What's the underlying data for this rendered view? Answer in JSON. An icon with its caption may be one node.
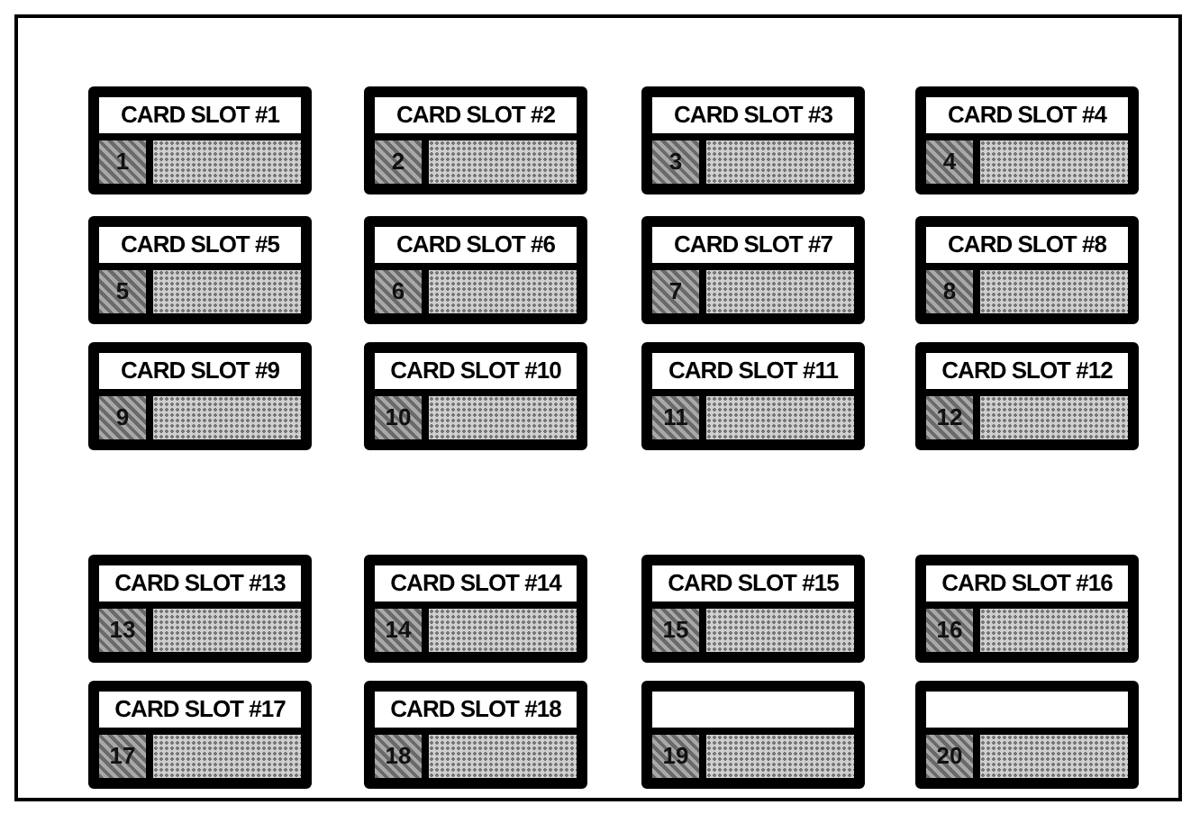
{
  "diagram": {
    "nodes": [
      {
        "text": [
          "CARD SLOT #1",
          "1"
        ]
      },
      {
        "text": [
          "CARD SLOT #2",
          "2"
        ]
      },
      {
        "text": [
          "CARD SLOT #3",
          "3"
        ]
      },
      {
        "text": [
          "CARD SLOT #4",
          "4"
        ]
      },
      {
        "text": [
          "CARD SLOT #5",
          "5"
        ]
      },
      {
        "text": [
          "CARD SLOT #6",
          "6"
        ]
      },
      {
        "text": [
          "CARD SLOT #7",
          "7"
        ]
      },
      {
        "text": [
          "CARD SLOT #8",
          "8"
        ]
      },
      {
        "text": [
          "CARD SLOT #9",
          "9"
        ]
      },
      {
        "text": [
          "CARD SLOT #10",
          "10"
        ]
      },
      {
        "text": [
          "CARD SLOT #11",
          "11"
        ]
      },
      {
        "text": [
          "CARD SLOT #12",
          "12"
        ]
      },
      {
        "text": [
          "CARD SLOT #13",
          "13"
        ]
      },
      {
        "text": [
          "CARD SLOT #14",
          "14"
        ]
      },
      {
        "text": [
          "CARD SLOT #15",
          "15"
        ]
      },
      {
        "text": [
          "CARD SLOT #16",
          "16"
        ]
      },
      {
        "text": [
          "CARD SLOT #17",
          "17"
        ]
      },
      {
        "text": [
          "CARD SLOT #18",
          "18"
        ]
      },
      {
        "text": [
          "19"
        ]
      },
      {
        "text": [
          "20"
        ]
      }
    ]
  }
}
